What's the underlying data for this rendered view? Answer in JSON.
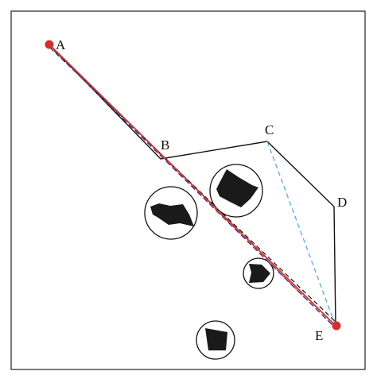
{
  "diagram": {
    "labels": {
      "A": "A",
      "B": "B",
      "C": "C",
      "D": "D",
      "E": "E"
    },
    "colors": {
      "frame": "#222222",
      "path": "#111111",
      "endpoint": "#d32f2f",
      "route_red": "#d9342b",
      "route_blue": "#2c3e99",
      "route_cyan": "#5aaed6",
      "obstacle_fill": "#1a1a1a",
      "obstacle_ring": "#111111"
    },
    "legend": []
  }
}
